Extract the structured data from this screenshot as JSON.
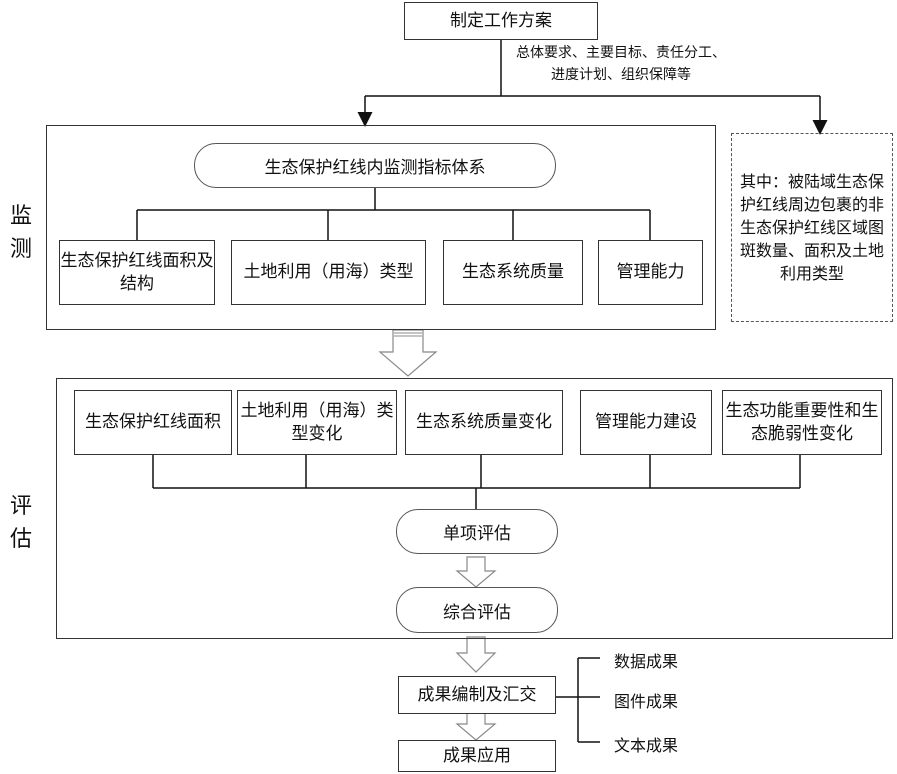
{
  "plan": {
    "title": "制定工作方案",
    "note": "总体要求、主要目标、责任分工、进度计划、组织保障等"
  },
  "monitoring": {
    "label": "监测",
    "system": "生态保护红线内监测指标体系",
    "items": [
      "生态保护红线面积及结构",
      "土地利用（用海）类型",
      "生态系统质量",
      "管理能力"
    ]
  },
  "side_note": "其中：被陆域生态保护红线周边包裹的非生态保护红线区域图斑数量、面积及土地利用类型",
  "evaluation": {
    "label": "评估",
    "items": [
      "生态保护红线面积",
      "土地利用（用海）类型变化",
      "生态系统质量变化",
      "管理能力建设",
      "生态功能重要性和生态脆弱性变化"
    ],
    "single": "单项评估",
    "comprehensive": "综合评估"
  },
  "results": {
    "compile": "成果编制及汇交",
    "outputs": [
      "数据成果",
      "图件成果",
      "文本成果"
    ],
    "apply": "成果应用"
  }
}
